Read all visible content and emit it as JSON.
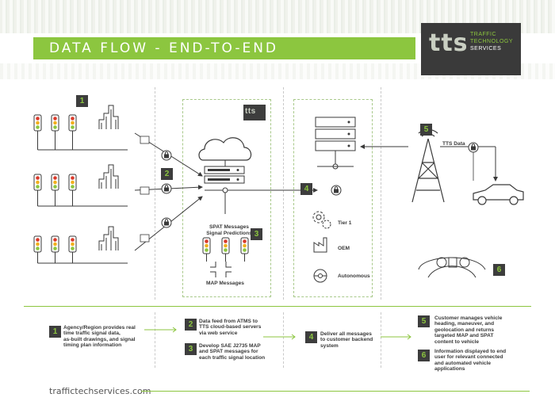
{
  "title": "DATA FLOW - END-TO-END",
  "logo": {
    "mark": "tts",
    "line1": "TRAFFIC",
    "line2": "TECHNOLOGY",
    "line3": "SERVICES"
  },
  "diagram_labels": {
    "spat_line1": "SPAT Messages",
    "spat_line2": "Signal Predictions",
    "map_messages": "MAP Messages",
    "tts_data": "TTS Data",
    "tier1": "Tier 1",
    "oem": "OEM",
    "autonomous": "Autonomous",
    "cloud_mark": "tts"
  },
  "step_numbers": [
    "1",
    "2",
    "3",
    "4",
    "5",
    "6"
  ],
  "steps": [
    {
      "num": "1",
      "text": [
        "Agency/Region provides real",
        "time traffic signal data,",
        "as-built drawings, and signal",
        "timing plan information"
      ]
    },
    {
      "num": "2",
      "text": [
        "Data feed from ATMS to",
        "TTS cloud-based servers",
        "via web service"
      ]
    },
    {
      "num": "3",
      "text": [
        "Develop SAE J2735 MAP",
        "and SPAT messages for",
        "each traffic signal location"
      ]
    },
    {
      "num": "4",
      "text": [
        "Deliver all messages",
        "to customer backend",
        "system"
      ]
    },
    {
      "num": "5",
      "text": [
        "Customer manages vehicle",
        "heading, maneuver, and",
        "geolocation and returns",
        "targeted MAP and SPAT",
        "content to vehicle"
      ]
    },
    {
      "num": "6",
      "text": [
        "Information displayed to end",
        "user for relevant connected",
        "and automated vehicle",
        "applications"
      ]
    }
  ],
  "footer": {
    "url": "traffictechservices.com"
  },
  "colors": {
    "accent": "#8cc63f",
    "dark": "#3d3d3d",
    "line": "#3a3a3a"
  }
}
